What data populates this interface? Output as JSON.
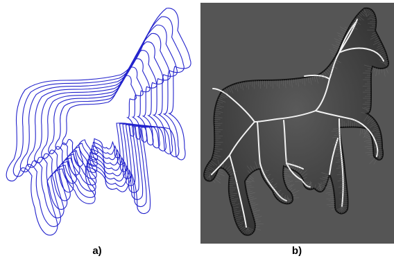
{
  "figure": {
    "panels": [
      {
        "label": "a)",
        "description_kind": "offset-contours",
        "stroke_color": "#2222cc",
        "background": "#ffffff"
      },
      {
        "label": "b)",
        "description_kind": "distance-field-with-medial-axis",
        "background": "#555555",
        "shape_fill": "#3a3a3a",
        "skeleton_color": "#f2f2f2",
        "outline_color": "#111111"
      }
    ]
  }
}
